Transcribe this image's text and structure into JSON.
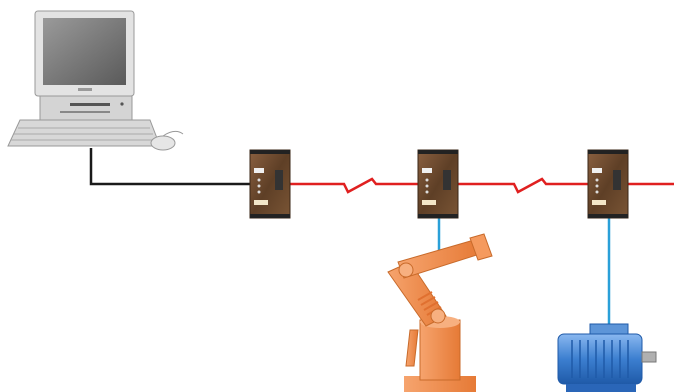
{
  "diagram": {
    "nodes": [
      {
        "id": "pc",
        "kind": "desktop-computer-icon"
      },
      {
        "id": "module-1",
        "kind": "modem-module-icon"
      },
      {
        "id": "module-2",
        "kind": "modem-module-icon"
      },
      {
        "id": "module-3",
        "kind": "modem-module-icon"
      },
      {
        "id": "robot",
        "kind": "industrial-robot-arm-icon"
      },
      {
        "id": "motor",
        "kind": "electric-motor-icon"
      }
    ],
    "links": [
      {
        "from": "pc",
        "to": "module-1",
        "style": "cable"
      },
      {
        "from": "module-1",
        "to": "module-2",
        "style": "radio"
      },
      {
        "from": "module-2",
        "to": "module-3",
        "style": "radio"
      },
      {
        "from": "module-3",
        "to": "offscreen",
        "style": "radio"
      },
      {
        "from": "module-2",
        "to": "robot",
        "style": "local"
      },
      {
        "from": "module-3",
        "to": "motor",
        "style": "local"
      }
    ],
    "colors": {
      "cable": "#1a1a1a",
      "radio_link": "#e02020",
      "local_link": "#2aa0d8",
      "module_body": "#6b4a2e",
      "robot": "#f08a4b",
      "motor": "#3c7fd0",
      "computer": "#d9d9d9"
    }
  }
}
